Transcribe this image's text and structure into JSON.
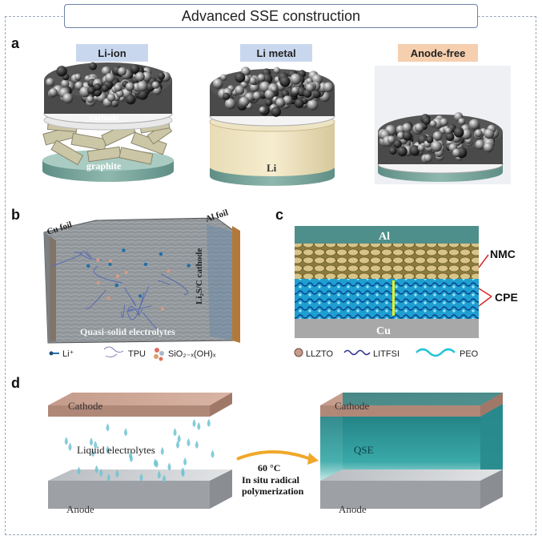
{
  "title": "Advanced SSE construction",
  "panels": {
    "a": {
      "letter": "a",
      "tags": [
        "Li-ion",
        "Li metal",
        "Anode-free"
      ],
      "labels": {
        "cathode": "cathode",
        "graphite": "graphite",
        "li": "Li"
      }
    },
    "b": {
      "letter": "b",
      "cu_foil": "Cu foil",
      "al_foil": "Al foil",
      "side_cathode": "Li₂S/C cathode",
      "electrolyte": "Quasi-solid electrolytes",
      "legend": [
        "Li⁺",
        "TPU",
        "SiO₂₋ₓ(OH)ₓ"
      ]
    },
    "c": {
      "letter": "c",
      "al": "Al",
      "cu": "Cu",
      "nmc": "NMC",
      "cpe": "CPE",
      "legend": [
        "LLZTO",
        "LITFSI",
        "PEO"
      ]
    },
    "d": {
      "letter": "d",
      "cathode_left": "Cathode",
      "anode_left": "Anode",
      "liquid": "Liquid electrolytes",
      "temp": "60 °C",
      "process_line1": "In situ radical",
      "process_line2": "polymerization",
      "cathode_right": "Cathode",
      "anode_right": "Anode",
      "qse": "QSE"
    }
  },
  "colors": {
    "tag_blue": "#c9d7ee",
    "tag_orange": "#f5cfae",
    "cathode_slab": "#c9a393",
    "qse": "#2e9a9a",
    "accent_red": "#d42828"
  }
}
